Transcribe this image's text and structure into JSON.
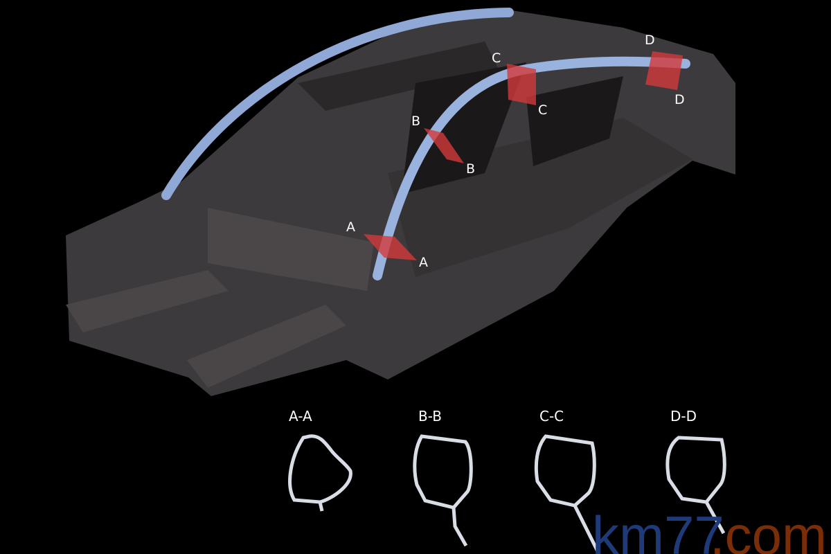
{
  "diagram": {
    "section_markers": [
      {
        "id": "A",
        "start_label": "A",
        "end_label": "A"
      },
      {
        "id": "B",
        "start_label": "B",
        "end_label": "B"
      },
      {
        "id": "C",
        "start_label": "C",
        "end_label": "C"
      },
      {
        "id": "D",
        "start_label": "D",
        "end_label": "D"
      }
    ],
    "cross_sections": [
      {
        "title": "A-A"
      },
      {
        "title": "B-B"
      },
      {
        "title": "C-C"
      },
      {
        "title": "D-D"
      }
    ],
    "colors": {
      "body": "#3d3a3d",
      "roof_arc": "#8fa8d6",
      "section_plane": "#d23a3a",
      "profile": "#d8dde6"
    }
  },
  "watermark": {
    "part1": "km77",
    "part2": ".com"
  }
}
